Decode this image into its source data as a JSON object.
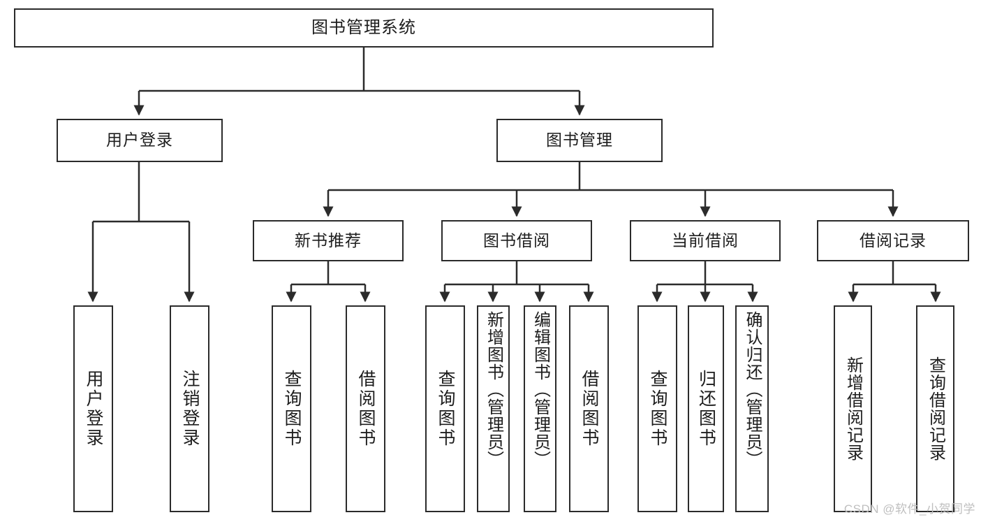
{
  "diagram": {
    "type": "tree",
    "title": "图书管理系统",
    "orientation": "top-down",
    "edge_style": "orthogonal-arrow",
    "colors": {
      "node_border": "#2b2b2b",
      "node_fill": "#ffffff",
      "edge": "#2b2b2b",
      "text": "#1d1d1d",
      "watermark": "#bfbfbf",
      "background": "#ffffff"
    }
  },
  "watermark": "CSDN @软件_小贺同学",
  "nodes": {
    "root": {
      "label": "图书管理系统",
      "level": 0
    },
    "level1": [
      {
        "id": "user-login",
        "label": "用户登录"
      },
      {
        "id": "book-manage",
        "label": "图书管理"
      }
    ],
    "level2": [
      {
        "id": "new-book-recommend",
        "label": "新书推荐"
      },
      {
        "id": "book-borrow",
        "label": "图书借阅"
      },
      {
        "id": "current-borrow",
        "label": "当前借阅"
      },
      {
        "id": "borrow-record",
        "label": "借阅记录"
      }
    ],
    "leaves": {
      "user-login": [
        {
          "id": "leaf-user-login",
          "label": "用户登录"
        },
        {
          "id": "leaf-logout-login",
          "label": "注销登录"
        }
      ],
      "new-book-recommend": [
        {
          "id": "leaf-query-book-1",
          "label": "查询图书"
        },
        {
          "id": "leaf-borrow-book-1",
          "label": "借阅图书"
        }
      ],
      "book-borrow": [
        {
          "id": "leaf-query-book-2",
          "label": "查询图书"
        },
        {
          "id": "leaf-add-book-admin",
          "label": "新增图书（管理员）"
        },
        {
          "id": "leaf-edit-book-admin",
          "label": "编辑图书（管理员）"
        },
        {
          "id": "leaf-borrow-book-2",
          "label": "借阅图书"
        }
      ],
      "current-borrow": [
        {
          "id": "leaf-query-book-3",
          "label": "查询图书"
        },
        {
          "id": "leaf-return-book",
          "label": "归还图书"
        },
        {
          "id": "leaf-confirm-return-admin",
          "label": "确认归还（管理员）"
        }
      ],
      "borrow-record": [
        {
          "id": "leaf-add-borrow-record",
          "label": "新增借阅记录"
        },
        {
          "id": "leaf-query-borrow-record",
          "label": "查询借阅记录"
        }
      ]
    }
  }
}
